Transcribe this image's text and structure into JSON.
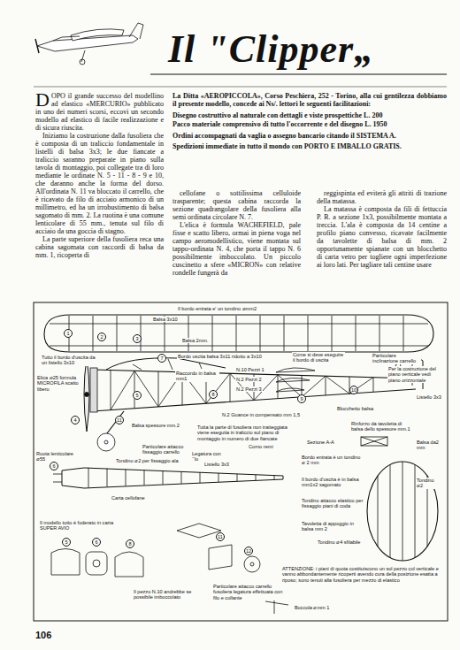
{
  "diagram": {
    "title": "Il \"Clipper„",
    "labels": [
      "DOPO il grande successo del modellino ad elastico «MERCURIO» pubblicato in uno dei numeri scorsi, eccovi un secondo modello ad elastico di facile realizzazione e di sicura riuscita.",
      "Iniziamo la costruzione dalla fusoliera che è composta di un traliccio fondamentale in listelli di balsa 3x3; le due fiancate a traliccio saranno preparate in piano sulla tavola di montaggio, poi collegate tra di loro mediante le ordinate N. 5 - 11 - 8 - 9 e 10, che daranno anche la forma del dorso. All'ordinata N. 11 va bloccato il carrello, che è ricavato da filo di acciaio armonico di un millimetro, ed ha un irrobustimento di balsa sagomato di mm. 2. La ruotina è una comune lenticolare di 55 mm., tenuta sul filo di acciaio da una goccia di stagno.",
      "La parte superiore della fusoliera reca una cabina sagomata con raccordi di balsa da mm. 1, ricoperta di",
      "La Ditta «AEROPICCOLA», Corso Peschiera, 252 - Torino, alla cui gentilezza dobbiamo il presente modello, concede ai Ns/. lettori le seguenti facilitazioni:",
      "Disegno costruttivo al naturale con dettagli e viste prospettiche L. 200",
      "Pacco materiale comprensivo di tutto l'occorrente e del disegno L. 1950",
      "Ordini accompagnati da vaglia o assegno bancario citando il SISTEMA A.",
      "Spedizioni immediate in tutto il mondo con PORTO E IMBALLO GRATIS.",
      "cellofane o sottilissima celluloide trasparente; questa cabina raccorda la sezione quadrangolare della fusoliera alla semi ordinata circolare N. 7.",
      "L'elica è formula WACHEFIELD, pale fisse e scatto libero, ormai in piena voga nel campo aeromodellistico, viene montata sul tappo-ordinata N. 4, che porta il tappo N. 6 possibilmente imboccolato. Un piccolo cuscinetto a sfere «MICRON» con relative rondelle fungerà da",
      "reggispinta ed eviterà gli attriti di trazione della matassa.",
      "La matassa è composta da fili di fettuccia P. R. a sezione 1x3, possibilmente montata a treccia. L'ala è composta da 14 centine a profilo piano convesso, ricavate facilmente da tavolette di balsa di mm. 2 opportunamente spianate con un blocchetto di carta vetro per togliere ogni imperfezione ai loro lati. Per tagliare tali centine usare",
      "Il bordo entrata e' un tondino ⌀mm2",
      "Balsa 3x10",
      "1",
      "2",
      "3",
      "Balsa 2mm.",
      "Tutto il bordo d'uscita da un listello 3x10",
      "Bordo uscita balsa 3x11 ridotto a 3x10",
      "Come si deve eseguire il bordo di uscita",
      "Particolare inclinazione carrello",
      "Per la costruzione del piano verticale vedi piano orizzontale",
      "N.10 Pezzi 1",
      "N.2 Pezzi 2",
      "N.2 Pezzi 3",
      "Elica ⌀25 formula MICROFILA scatto libero",
      "Raccordo in balsa mm1",
      "4",
      "5",
      "7",
      "8",
      "9",
      "10",
      "11",
      "Listello 3x3",
      "Balsa spessore mm.2",
      "N.2 Guance in compensato mm 1,5",
      "Blocchetto balsa",
      "Ruota lenticolare ⌀55",
      "Tutta la parte di fusoliera non tratteggiata viene eseguita in traliccio sul piano di montaggio in numero di due fiancate",
      "Particolare attacco fissaggio carrello",
      "Legatura con filo",
      "Corno remi",
      "Rinforzo da tavoletta di balsa dello spessore mm.1",
      "Sezione A-A",
      "Balsa da2 mm",
      "Bordo entrata è un tondino ⌀ 2 mm",
      "Il bordo d'uscita è in balsa mm1x2 sagomato",
      "Tondino attacco elastico per fissaggio piani di coda",
      "Tavoletta di appoggio in balsa mm 2",
      "Tondino ⌀4 sfilabile",
      "Tondino ⌀2",
      "ATTENZIONE: i piani di quota costituiscono un sol pezzo col verticale e vanno abbondantemente ricoperti avendo cura della posizione esatta a riposo; sono tenuti alla fusoliera per mezzo di elastico",
      "Tondino ⌀2 per fissaggio ala",
      "Listello 3x3",
      "Carta cellofane",
      "6",
      "Il modello tutto è foderato in carta SUPER AVIO",
      "5",
      "6",
      "8",
      "Il pezzo N.10 andrebbe se possibile imboccolato",
      "11",
      "12",
      "Particolare attacco carrello fusoliera legatura effettuata con filo e collante",
      "Boccola ⌀mm 1",
      "106"
    ]
  }
}
